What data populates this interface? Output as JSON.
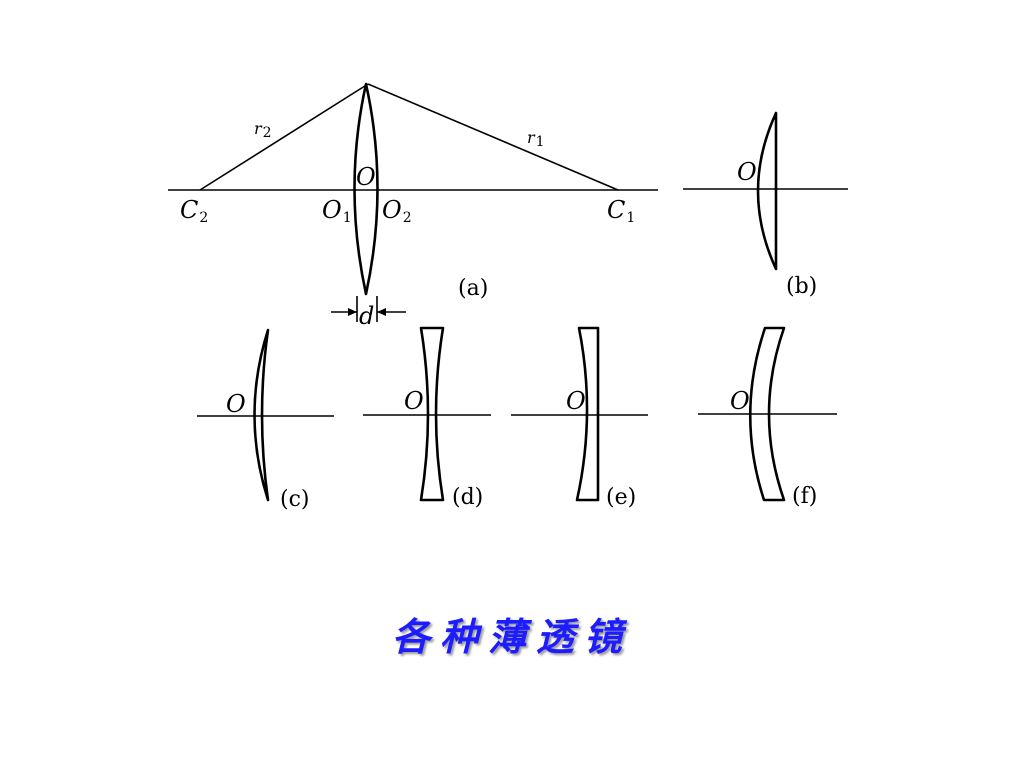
{
  "figure": {
    "a": {
      "caption": "(a)",
      "r1": "r",
      "r1_sub": "1",
      "r2": "r",
      "r2_sub": "2",
      "center": "O",
      "c1": "C",
      "c1_sub": "1",
      "c2": "C",
      "c2_sub": "2",
      "o1": "O",
      "o1_sub": "1",
      "o2": "O",
      "o2_sub": "2",
      "thickness": "d"
    },
    "b": {
      "caption": "(b)",
      "center": "O"
    },
    "c": {
      "caption": "(c)",
      "center": "O"
    },
    "d": {
      "caption": "(d)",
      "center": "O"
    },
    "e": {
      "caption": "(e)",
      "center": "O"
    },
    "f": {
      "caption": "(f)",
      "center": "O"
    }
  },
  "caption": "各种薄透镜"
}
